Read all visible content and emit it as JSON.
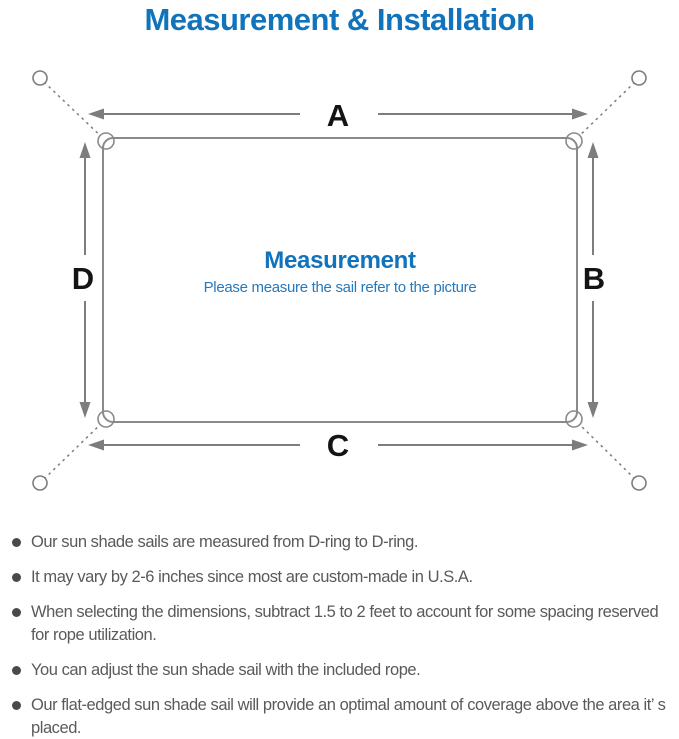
{
  "page": {
    "title": "Measurement & Installation",
    "background": "#ffffff"
  },
  "diagram": {
    "center_title": "Measurement",
    "center_subtitle": "Please measure the sail refer to the picture",
    "dimension_labels": {
      "top": "A",
      "right": "B",
      "bottom": "C",
      "left": "D"
    },
    "colors": {
      "accent_blue": "#1173bb",
      "subtitle_blue": "#2579bd",
      "outline_gray": "#8a8a8a",
      "arrow_gray": "#7d7d7d",
      "label_black": "#141414"
    }
  },
  "notes": {
    "text_color": "#5a5a5a",
    "items": [
      "Our sun shade sails are measured from D-ring to D-ring.",
      "It may vary by 2-6 inches since most are custom-made in U.S.A.",
      "When selecting the dimensions, subtract 1.5 to 2 feet to account for some spacing reserved for rope utilization.",
      "You can adjust the sun shade sail with the included rope.",
      "Our flat-edged sun shade sail will provide an optimal amount of coverage above the area it’ s placed."
    ]
  }
}
